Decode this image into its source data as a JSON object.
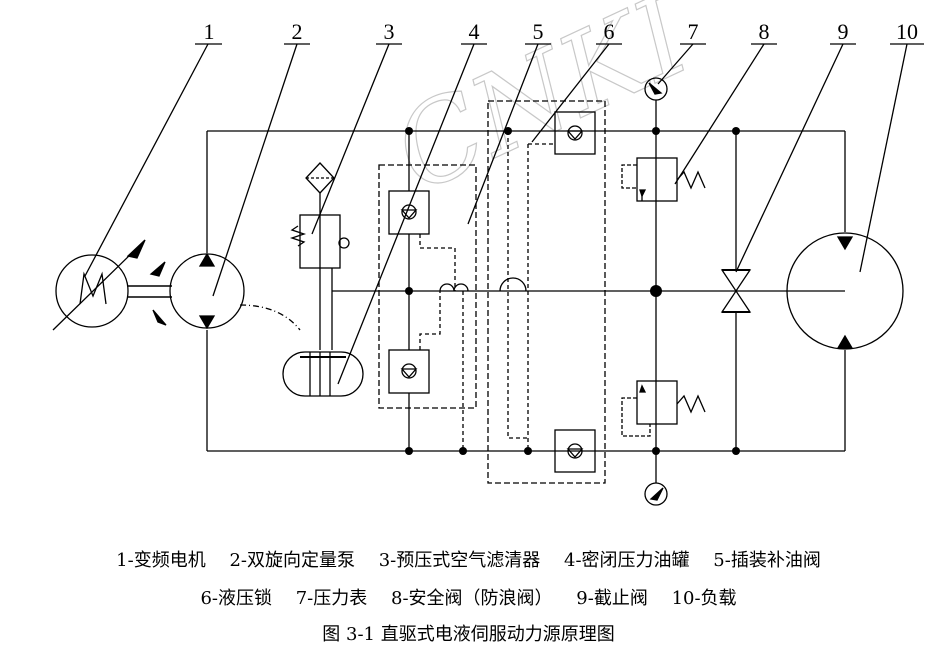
{
  "diagram": {
    "callouts": [
      "1",
      "2",
      "3",
      "4",
      "5",
      "6",
      "7",
      "8",
      "9",
      "10"
    ],
    "watermark": "CNKI"
  },
  "legend": {
    "row1": [
      "1-变频电机",
      "2-双旋向定量泵",
      "3-预压式空气滤清器",
      "4-密闭压力油罐",
      "5-插装补油阀"
    ],
    "row2": [
      "6-液压锁",
      "7-压力表",
      "8-安全阀（防浪阀）",
      "9-截止阀",
      "10-负载"
    ]
  },
  "caption": "图 3-1  直驱式电液伺服动力源原理图"
}
